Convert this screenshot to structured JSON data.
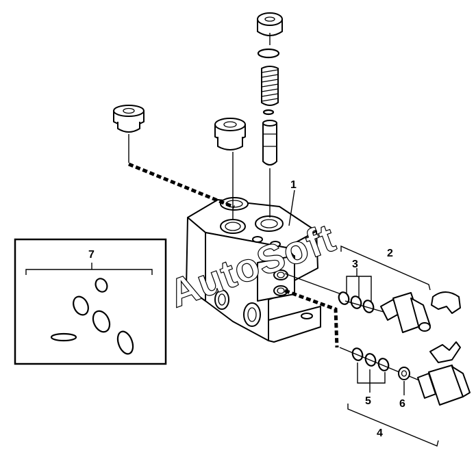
{
  "diagram": {
    "callouts": [
      "1",
      "2",
      "3",
      "4",
      "5",
      "6",
      "7"
    ],
    "watermark": "AutoSoft"
  }
}
